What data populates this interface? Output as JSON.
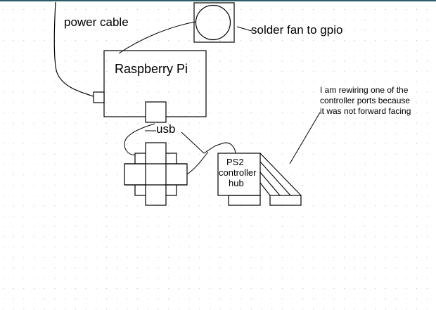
{
  "diagram": {
    "title": "Raspberry Pi PS2 controller wiring sketch",
    "labels": {
      "power_cable": "power cable",
      "fan_note": "solder fan to gpio",
      "raspberry_pi": "Raspberry Pi",
      "usb": "usb",
      "hub_line1": "PS2",
      "hub_line2": "controller",
      "hub_line3": "hub",
      "note_line1": "I am rewiring one of the",
      "note_line2": "controller ports because",
      "note_line3": "it was not forward facing"
    },
    "components": [
      {
        "id": "fan",
        "type": "fan",
        "connected_to": "raspberry_pi"
      },
      {
        "id": "raspberry_pi",
        "type": "box"
      },
      {
        "id": "power_port",
        "type": "port",
        "connected_to": "power_cable"
      },
      {
        "id": "usb_port",
        "type": "port",
        "connected_to": "ps2_hub"
      },
      {
        "id": "dpad_controller",
        "type": "controller",
        "connected_to": "usb_port"
      },
      {
        "id": "ps2_hub",
        "type": "box"
      },
      {
        "id": "controller_port_1",
        "type": "port"
      },
      {
        "id": "controller_port_2",
        "type": "port",
        "note": "rewired"
      }
    ],
    "colors": {
      "topbar": "#2b5b6b",
      "stroke": "#000000",
      "grid_dot": "#b8b8b8",
      "background": "#ffffff"
    }
  }
}
